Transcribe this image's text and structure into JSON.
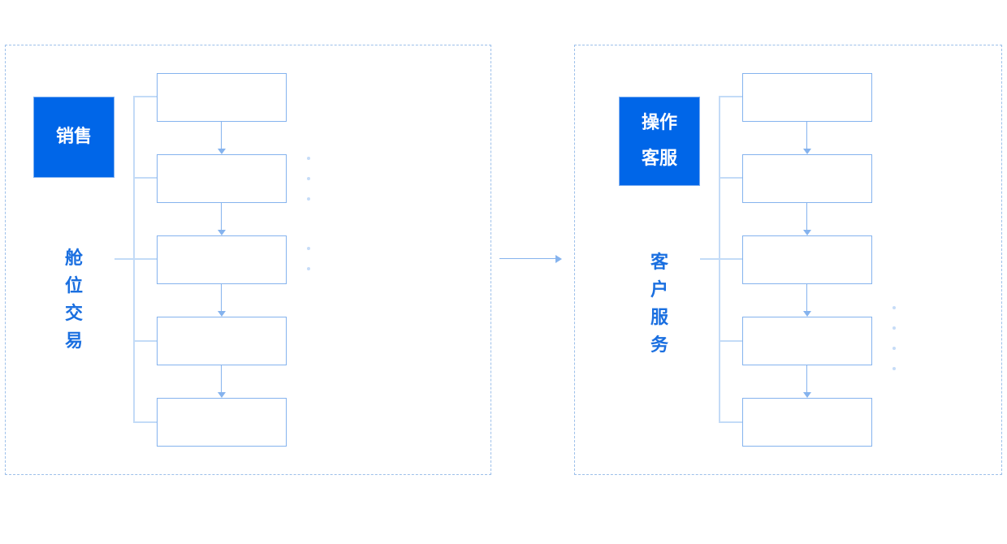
{
  "panels": [
    {
      "name": "sales",
      "badge_lines": [
        "销售"
      ],
      "vertical_label": [
        "舱",
        "位",
        "交",
        "易"
      ],
      "node_count": 5
    },
    {
      "name": "customer-service",
      "badge_lines": [
        "操作",
        "客服"
      ],
      "vertical_label": [
        "客",
        "户",
        "服",
        "务"
      ],
      "node_count": 5
    }
  ],
  "colors": {
    "badge": "#0066e8",
    "label": "#1a6fe0",
    "line": "#85b3ee",
    "dashed_border": "#9dc0ea"
  }
}
